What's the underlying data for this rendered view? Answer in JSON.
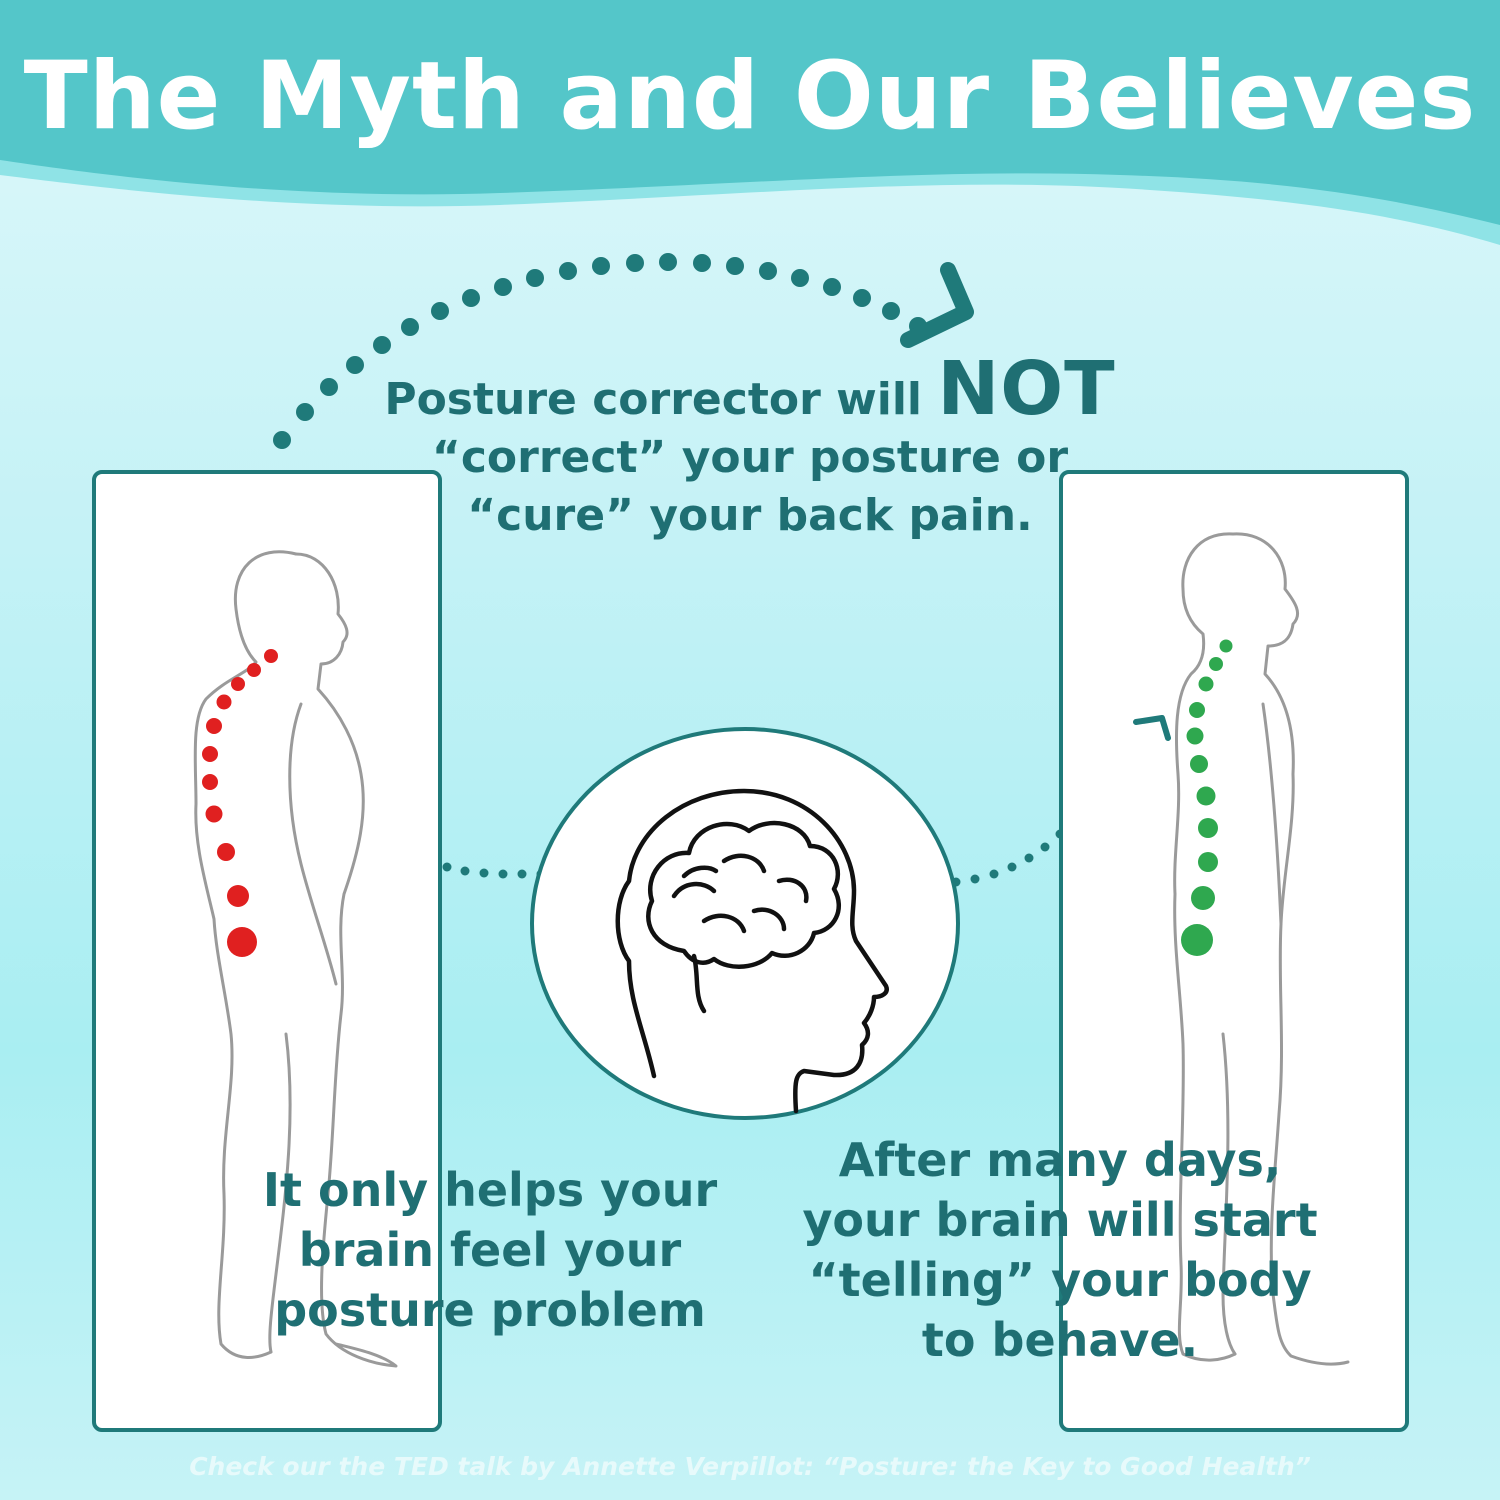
{
  "title": "The Myth and Our Believes",
  "myth": {
    "line1_prefix": "Posture corrector will ",
    "line1_emphasis": "NOT",
    "line2": "“correct” your posture or",
    "line3": "“cure” your back pain."
  },
  "helps_text": {
    "line1": "It only helps your",
    "line2": "brain feel your",
    "line3": "posture problem"
  },
  "after_text": {
    "line1": "After many days,",
    "line2": "your brain will start",
    "line3": "“telling” your body",
    "line4": "to behave."
  },
  "footer": "Check our the TED talk by Annette Verpillot: “Posture: the Key to Good Health”",
  "colors": {
    "accent": "#1f7a7a",
    "text": "#1f6f73",
    "header": "#4fc7c9",
    "bad_spine": "#e02020",
    "good_spine": "#2fa84f"
  },
  "icons": [
    "slouched-figure-icon",
    "upright-figure-icon",
    "brain-head-icon",
    "arrow-icon"
  ]
}
